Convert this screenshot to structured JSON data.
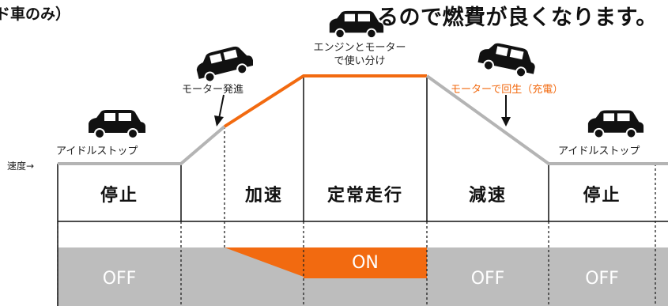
{
  "header": {
    "left_text": "ド車のみ）",
    "right_text": "るので燃費が良くなります。"
  },
  "annotations": {
    "speed_label": "速度→",
    "idle_stop_left": "アイドルストップ",
    "motor_start": "モーター発進",
    "engine_motor_line1": "エンジンとモーター",
    "engine_motor_line2": "で使い分け",
    "regen": "モーターで回生（充電）",
    "idle_stop_right": "アイドルストップ"
  },
  "phases": [
    "停止",
    "加速",
    "定常走行",
    "減速",
    "停止"
  ],
  "engine_status": {
    "off_1": "OFF",
    "on": "ON",
    "off_2": "OFF",
    "off_3": "OFF"
  },
  "icons": {
    "car": "car-icon",
    "arrow": "down-arrow-icon"
  },
  "colors": {
    "speed_line_gray": "#b4b4b4",
    "motor_orange": "#f26a10",
    "off_gray": "#bdbdbd",
    "on_orange": "#f26a10"
  }
}
